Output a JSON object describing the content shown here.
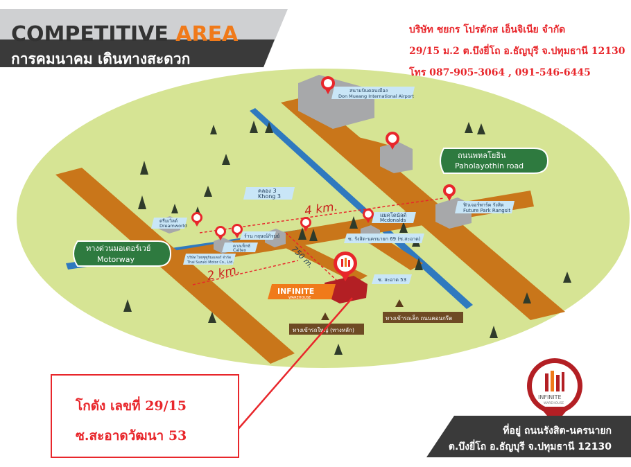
{
  "header": {
    "title_part1": "COMPETITIVE",
    "title_part2": "AREA",
    "subtitle": "การคมนาคม เดินทางสะดวก"
  },
  "company": {
    "name": "บริษัท ชยกร โปรดักส เอ็นจิเนีย จำกัด",
    "address": "29/15 ม.2 ต.บึงยี่โถ อ.ธัญบุรี จ.ปทุมธานี 12130",
    "phone": "โทร 087-905-3064 , 091-546-6445"
  },
  "map": {
    "distance_4km": "4 km.",
    "distance_2km": "2 km.",
    "distance_750m": "750 m.",
    "brand_name": "INFINITE",
    "brand_sub": "WAREHOUSE",
    "road_labels": {
      "phaholyothin_th": "ถนนพหลโยธิน",
      "phaholyothin_en": "Paholayothin road",
      "motorway_th": "ทางด่วนมอเตอร์เวย์",
      "motorway_en": "Motorway",
      "khlong3_th": "คลอง 3",
      "khlong3_en": "Khong 3"
    },
    "places": {
      "airport_th": "สนามบินดอนเมือง",
      "airport_en": "Don Mueang International Airport",
      "future_park_th": "ฟิวเจอร์พาร์ค รังสิต",
      "future_park_en": "Future Park Rangsit",
      "mcdonalds_th": "แมคโดนัลด์",
      "mcdonalds_en": "Mcdonalds",
      "dreamworld_th": "ดรีมเวิลด์",
      "dreamworld_en": "Dreamworld",
      "caltex_th": "คาลเท็กซ์",
      "caltex_en": "Caltex",
      "thai_suzuki": "บริษัท ไทยซูซูกิมอเตอร์ จำกัด",
      "thai_suzuki_en": "Thai Suzuki Motor Co., Ltd.",
      "kaew_restaurant": "ร้าน กฤษณ์ภิรมย์",
      "soi_rangsit": "ซ. รังสิต-นครนายก 69 (ซ.สะอาด)",
      "soi_saard": "ซ. สะอาด 53"
    },
    "entrances": {
      "main": "ทางเข้ารถใหญ่ (ทางหลัก)",
      "small": "ทางเข้ารถเล็ก ถนนคอนกรีต"
    }
  },
  "location_box": {
    "line1": "โกดัง เลขที่ 29/15",
    "line2": "ซ.สะอาดวัฒนา 53"
  },
  "footer": {
    "line1": "ที่อยู่ ถนนรังสิต-นครนายก",
    "line2": "ต.บึงยี่โถ อ.ธัญบุรี จ.ปทุมธานี 12130"
  },
  "logo": {
    "name": "INFINITE",
    "sub": "WAREHOUSE"
  },
  "colors": {
    "field": "#d6e494",
    "road": "#c9761a",
    "canal": "#2f79bf",
    "accent": "#f07a1a",
    "red": "#e8262b",
    "dark": "#333333"
  }
}
